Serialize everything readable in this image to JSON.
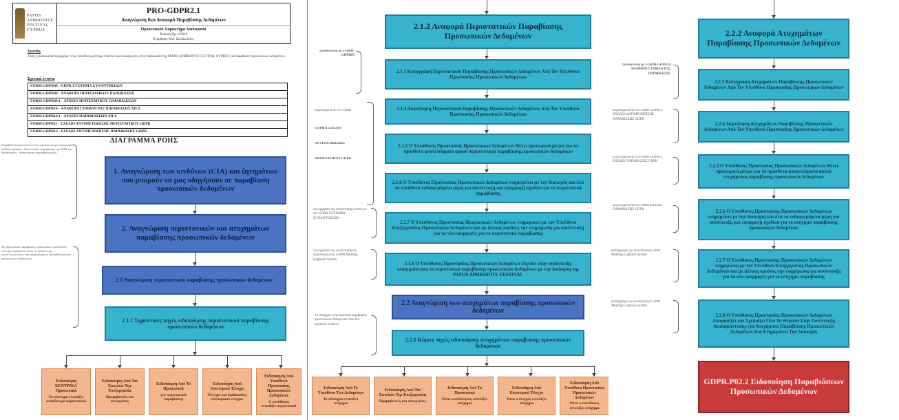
{
  "panel1": {
    "logo": {
      "text": "PAFOS\nAPHRODITE\nFESTIVAL\nCYPRUS"
    },
    "header": {
      "code": "PRO-GDPR2.1",
      "title": "Αναγνώριση Και Αναφορά Παραβίασης Δεδομένων",
      "subtitle": "Προσωπικού Χαρακτήρα Διαδικασία",
      "edition": "Έκδοση Ημ. 2/2019",
      "approved": "Εγκρίθηκε Από: Σελίδα Σελις"
    },
    "scope": {
      "title": "Σκοπός",
      "text": "Αυτή η διαδικασία περιγράφει τους υπεύθυνους/άτομα ενάντια και αναφέρονται στην διαδικασία της PAFOS APHRODITE FESTIVAL CYPRUS για παραβίαση προσωπικών δεδομένων."
    },
    "forms_title": "Σχετικά έντυπα",
    "forms": [
      "FORM-GDPR08 - GDPR ΣΥΣΤΗΜΑ ΣΥΝΑΝΤΗΣΕΩΝ",
      "FORM-GDPR09 - ΑΝΑΦΟΡΑ ΠΕΡΙΣΤΑΤΙΚΟΥ ΠΑΡΑΒΙΑΣΗΣ",
      "FORM-GDPR09.1 - ΑΡΧΕΙΟ ΠΕΡΙΣΤΑΤΙΚΟΥ ΠΑΡΑΒΙΑΣΕΩΝ",
      "FORM-GDPR10 - ΑΝΑΦΟΡΑ ΣΥΜΒΑΝΤΟΣ ΠΑΡΑΒΙΑΣΗΣ ΑΠ.Χ",
      "FORM-GDPR10.1 - ΑΡΧΕΙΟ ΠΑΡΑΒΙΑΣΕΩΝ ΑΠ.Χ",
      "FORM-GDPR11 - ΣΧΕΔΙΟ ΑΝΤΙΜΕΤΩΠΙΣΗΣ ΠΕΡΙΣΤΑΤΙΚΟΥ GDPR",
      "FORM-GDPR12 - ΣΧΕΔΙΟ ΑΝΤΙΜΕΤΩΠΙΣΗΣ ΠΑΡΑΒΙΑΣΗΣ GDPR"
    ],
    "flow_title": "ΔΙΑΓΡΑΜΜΑ ΡΟΗΣ",
    "box1": "1. Αναγνώριση των κινδύνων (CIA) και ζητημάτων που μπορούν να μας οδηγήσουν σε παραβίαση προσωπικών δεδομένων",
    "box2": "2. Αναγνώριση περιστατικών και ατυχημάτων παραβίασης προσωπικών δεδομένων",
    "box3": "2.1 Αναγνώριση περιστατικού παραβίασης προσωπικών δεδομένων",
    "box4": "2.1.1 Σημαντικές πηγές ειδοποίησης περιστατικού παραβίασης προσωπικών δεδομένων",
    "note1": "Περιβαλλοντικοί κίνδυνοι που σχετίζονται με κανονισμό ανάλυση ρίσκου - Κανονισμός παραβίασης της ΑΠΧ και δικαιώματος - αναγνώριση προκαθορισμένη",
    "note2": "Το περιστατικό παραβίασης προσωπικών δεδομένων είναι μια πράξη που θέτει σε κίνδυνο την εμπιστευτικότητα, την ακεραιότητα ή τη διαθεσιμότητα προσωπικών δεδομένων",
    "peach": [
      {
        "title": "Ειδοποίηση ΚΕΝΤΡΙΚΑ Προσωπικά",
        "text": "Το σύστημα εντοπίζει αναπάντεχα περιστατικά"
      },
      {
        "title": "Ειδοποίηση Από Τον Εκτελών Την Επεξεργασία",
        "text": "Προμηθευτές και συνεργάτες"
      },
      {
        "title": "Ειδοποίηση Από Το Προσωπικό",
        "text": "για περιστατικά παραβίασης"
      },
      {
        "title": "Ειδοποίηση Από Εσωτερικό Έλεγχο",
        "text": "Έλεγχοι και διαδικασίες εσωτερικού ελέγχου"
      },
      {
        "title": "Ειδοποίηση Από Υπεύθυνο Προστασίας Προσωπικών Δεδομένων",
        "text": "Ο υπεύθυνος εντοπίζει περιστατικό"
      }
    ]
  },
  "panel2": {
    "heading": "2.1.2 Αναφορά Περιστατικών Παραβίασης Προσωπικών Δεδομένων",
    "steps": [
      "2.1.3 Καταγραφή Περιστατικού Παραβίασης Προσωπικών Δεδομένων Από Τον Υπεύθυνο Προστασίας Προσωπικών Δεδομένων",
      "2.1.4 Διερεύνηση Περιστατικού Παραβίασης Προσωπικών Δεδομένων Από Τον Υπεύθυνο Προστασίας Προσωπικών Δεδομένων",
      "2.1.5 Ο Υπεύθυνος Προστασίας Προσωπικών Δεδομένων Θέτει προσωρινά μέτρα για τα πρόσθετα αποτελέσματα αυτού περιστατικού παραβίασης προσωπικών δεδομένων",
      "2.1.6 Ο Υπεύθυνος Προστασίας Προσωπικών Δεδομένων ενημερώνει με την διοίκηση και όλα τα υπεύθυνα ενδιαφερόμενα μέρη για συνέντευξη και εφαρμογή σχεδίου για το περιστατικό παραβίασης",
      "2.1.7 Ο Υπεύθυνος Προστασίας Προσωπικών Δεδομένων ενημερώνει με τον Υπεύθυνο Επεξεργασίας Προσωπικών Δεδομένων και με άλλους κανόνες την ενημέρωση για συνέντευξη για τα νέα εφαρμογές για το περιστατικό παραβίασης",
      "2.1.8 Ο Υπεύθυνος Προστασίας Προσωπικών Δεδομένων Ζητάει στην συνέντευξη αναπαράσταση το περιστατικό παραβίασης προσωπικών δεδομένων με την διοίκηση της PAFOS APHRODITE FESTIVAL"
    ],
    "side_labels": [
      "Συνοδεύεται με FORM-GDPR09",
      "Συμπληρώνεται το FORM",
      "GDPR11 ΣΧΕΔΙΟ",
      "ΑΝΤΙΜΕΤΩΠΙΣΗΣ",
      "ΠΕΡΙΣΤΑΤΙΚΟΥ GDPR"
    ],
    "note_right": "Συνεργασία της συνάντησης GDPR με τον GDPR ΣΥΣΤΗΜΑ ΣΥΝΑΝΤΗΣΕΩΝ",
    "note_right2": "Συνεργασία της συνάντησης σε περίπτωση ενός GDPR Meeting Logbook System",
    "box_22": "2.2 Αναγνώριση των ατυχημάτων παραβίασης προσωπικών δεδομένων",
    "box_221": "2.2.1 Κύριες πηγές ειδοποίησης ατυχημάτων παραβίασης προσωπικών δεδομένων",
    "note_222": "Το ατύχημα είναι ακούσια παραβίαση προσωπικών δεδομένων που δεν προκαλεί κίνδυνο",
    "peach": [
      {
        "title": "Ειδοποίηση Από Το Υπεύθυνο Των Δεδομένων",
        "text": "Το σύστημα εντοπίζει ατύχημα"
      },
      {
        "title": "Ειδοποίηση Από Τον Εκτελών Την Επεξεργασία",
        "text": "Προμηθευτές και συνεργάτες"
      },
      {
        "title": "Ειδοποίηση Από Το Προσωπικό",
        "text": "Όταν ο υπάλληλος εντοπίζει ατύχημα"
      },
      {
        "title": "Ειδοποίηση Από Εσωτερικό Έλεγχο",
        "text": "Όταν ο έλεγχος εντοπίζει ατύχημα"
      },
      {
        "title": "Ειδοποίηση Από Υπεύθυνο Προστασίας Προσωπικών Δεδομένων",
        "text": "Όταν ο υπεύθυνος εντοπίζει ατύχημα"
      }
    ]
  },
  "panel3": {
    "heading": "2.2.2 Αναφορά Ατυχημάτων Παραβίασης Προσωπικών Δεδομένων",
    "steps": [
      "2.2.3 Καταγραφή Ατυχημάτων Παραβίασης Προσωπικών Δεδομένων Από Τον Υπεύθυνο Προστασίας Προσωπικών Δεδομένων",
      "2.2.4 Διερεύνηση Ατυχημάτων Παραβίασης Προσωπικών Δεδομένων Από Τον Υπεύθυνο Προστασίας Προσωπικών Δεδομένων",
      "2.2.5 Ο Υπεύθυνος Προστασίας Προσωπικών Δεδομένων Θέτει προσωρινά μέτρα για τα πρόσθετα αποτελέσματα αυτού ατυχήματος παραβίασης προσωπικών δεδομένων",
      "2.2.6 Ο Υπεύθυνος Προστασίας Προσωπικών Δεδομένων ενημερώνει με την διοίκηση και όλα τα ενδιαφερόμενα μέρη για συνέντευξη και εφαρμογή σχεδίου για το ατύχημα παραβίασης προσωπικών δεδομένων",
      "2.2.7 Ο Υπεύθυνος Προστασίας Προσωπικών Δεδομένων ενημερώνει με τον Υπεύθυνο Επεξεργασίας Προσωπικών Δεδομένων και με άλλους κανόνες την ενημέρωση για συνέντευξη για τα νέα εφαρμογές για το ατύχημα παραβίασης",
      "2.2.8 Ο Υπεύθυνος Προστασίας Προσωπικών Δεδομένων Αποφασίζει και Σχεδιάζει Όλα Τα Θέματα Στην Συνέντευξη Αναπαράστασης για Ατυχήματα Παραβίασης Προσωπικών Δεδομένων Και Ενημερώνει Την Διοίκηση"
    ],
    "side_labels": [
      "Συνοδεύεται με FORM-GDPR10 ΑΝΑΦΟΡΑ ΣΥΜΒΑΝΤΟΣ ΠΑΡΑΒΙΑΣΗΣ",
      "Συμπληρώνεται το FORM GDPR12 ΣΧΕΔΙΟ ΑΝΤΙΜΕΤΩΠΙΣΗΣ ΠΑΡΑΒΙΑΣΗΣ GDPR",
      "Συμπληρώνεται το FORM GDPR12 ΣΧΕΔΙΟ ΠΑΡΑΒΙΑΣΗΣ GDPR",
      "Συμπληρώνεται το FORM ΣΧΕΔΙΟ ΠΑΡΑΒΙΑΣΗΣ GDPR",
      "Καταγραφή της συνάντησης GDPR Meeting Logbook System",
      "Καταγραφή της συνάντησης GDPR Meeting Logbook System"
    ],
    "final": "GDPR.P02.2 Ειδοποίηση Παραβιάσεων Προσωπικών Δεδομένων"
  }
}
